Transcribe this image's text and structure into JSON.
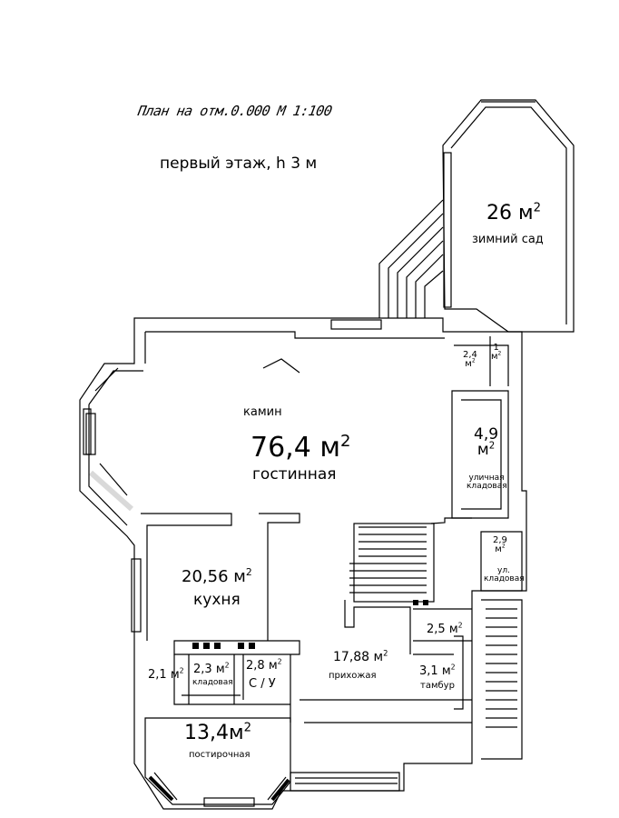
{
  "header": {
    "title": "План  на отм.0.000 М 1:100",
    "subtitle": "первый этаж, h 3 м"
  },
  "units": {
    "area": "м",
    "power": "2"
  },
  "rooms": [
    {
      "id": "winter-garden",
      "area": "26",
      "label": "зимний сад"
    },
    {
      "id": "fireplace",
      "area": "",
      "label": "камин"
    },
    {
      "id": "living-room",
      "area": "76,4",
      "label": "гостинная"
    },
    {
      "id": "small-room-a",
      "area": "2,4",
      "label": ""
    },
    {
      "id": "small-room-b",
      "area": "1",
      "label": ""
    },
    {
      "id": "street-storage",
      "area": "4,9",
      "label": "уличная кладовая"
    },
    {
      "id": "street-storage-small",
      "area": "2,9",
      "label": "ул. кладовая"
    },
    {
      "id": "kitchen",
      "area": "20,56",
      "label": "кухня"
    },
    {
      "id": "hall-2-5",
      "area": "2,5",
      "label": ""
    },
    {
      "id": "hallway",
      "area": "17,88",
      "label": "прихожая"
    },
    {
      "id": "vestibule",
      "area": "3,1",
      "label": "тамбур"
    },
    {
      "id": "room-2-1",
      "area": "2,1",
      "label": ""
    },
    {
      "id": "pantry",
      "area": "2,3",
      "label": "кладовая"
    },
    {
      "id": "bathroom",
      "area": "2,8",
      "label": "С / У"
    },
    {
      "id": "laundry",
      "area": "13,4",
      "label": "постирочная"
    }
  ]
}
